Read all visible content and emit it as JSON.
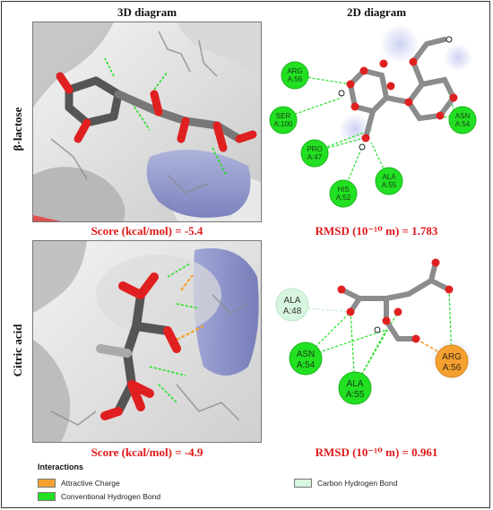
{
  "headers": {
    "left": "3D diagram",
    "right": "2D diagram"
  },
  "rows": [
    {
      "label": "β-lactose",
      "score": "Score (kcal/mol) = -5.4",
      "rmsd": "RMSD (10⁻¹⁰ m) = 1.783",
      "residues": [
        {
          "name": "ARG",
          "id": "A:56",
          "type": "conventional"
        },
        {
          "name": "SER",
          "id": "A:100",
          "type": "conventional"
        },
        {
          "name": "PRO",
          "id": "A:47",
          "type": "conventional"
        },
        {
          "name": "HIS",
          "id": "A:52",
          "type": "conventional"
        },
        {
          "name": "ALA",
          "id": "A:55",
          "type": "conventional"
        },
        {
          "name": "ASN",
          "id": "A:54",
          "type": "conventional"
        }
      ]
    },
    {
      "label": "Citric acid",
      "score": "Score (kcal/mol) = -4.9",
      "rmsd": "RMSD (10⁻¹⁰ m) = 0.961",
      "residues": [
        {
          "name": "ALA",
          "id": "A:48",
          "type": "carbon_hydrogen"
        },
        {
          "name": "ASN",
          "id": "A:54",
          "type": "conventional"
        },
        {
          "name": "ALA",
          "id": "A:55",
          "type": "conventional"
        },
        {
          "name": "ARG",
          "id": "A:56",
          "type": "attractive"
        }
      ]
    }
  ],
  "legend": {
    "title": "Interactions",
    "items": [
      {
        "label": "Attractive Charge",
        "color": "#f5a030"
      },
      {
        "label": "Conventional Hydrogen Bond",
        "color": "#22e022"
      },
      {
        "label": "Carbon Hydrogen Bond",
        "color": "#d8f5e0"
      }
    ]
  },
  "colors": {
    "conventional": "#22e022",
    "attractive": "#f5a030",
    "carbon_hydrogen": "#d8f5e0",
    "score_text": "#e01818"
  }
}
